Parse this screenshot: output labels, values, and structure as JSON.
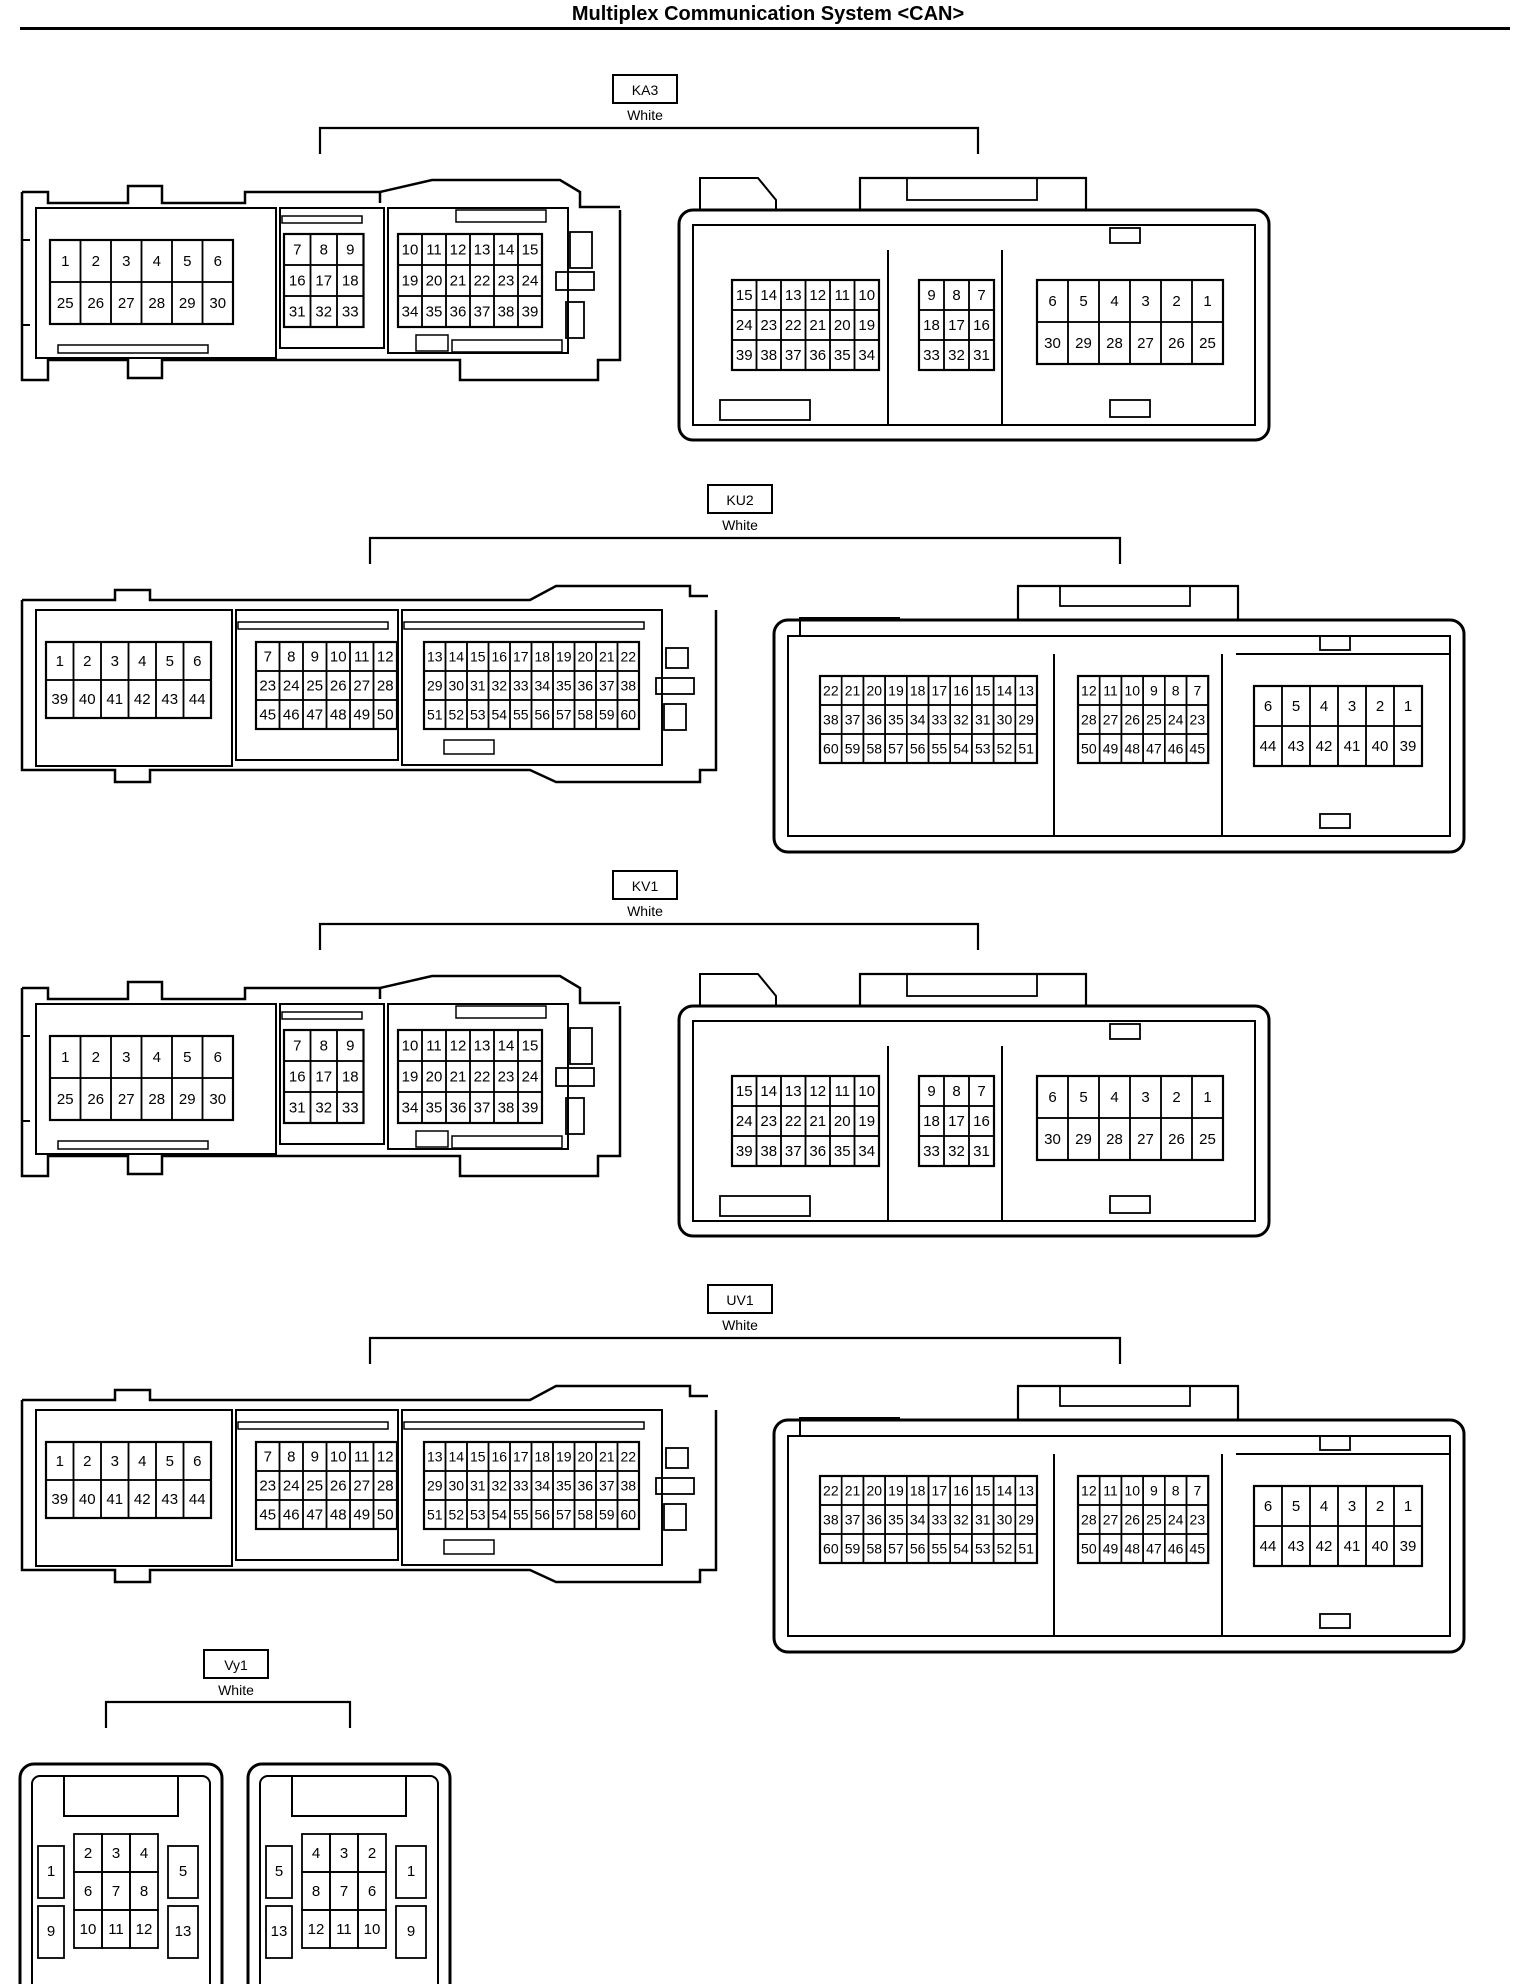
{
  "title": "Multiplex Communication System <CAN>",
  "connectors": [
    {
      "id": "KA3",
      "color": "White",
      "kind": "A",
      "left_blocks": [
        [
          [
            "1",
            "2",
            "3",
            "4",
            "5",
            "6"
          ],
          [
            "25",
            "26",
            "27",
            "28",
            "29",
            "30"
          ]
        ],
        [
          [
            "7",
            "8",
            "9"
          ],
          [
            "16",
            "17",
            "18"
          ],
          [
            "31",
            "32",
            "33"
          ]
        ],
        [
          [
            "10",
            "11",
            "12",
            "13",
            "14",
            "15"
          ],
          [
            "19",
            "20",
            "21",
            "22",
            "23",
            "24"
          ],
          [
            "34",
            "35",
            "36",
            "37",
            "38",
            "39"
          ]
        ]
      ],
      "right_blocks": [
        [
          [
            "15",
            "14",
            "13",
            "12",
            "11",
            "10"
          ],
          [
            "24",
            "23",
            "22",
            "21",
            "20",
            "19"
          ],
          [
            "39",
            "38",
            "37",
            "36",
            "35",
            "34"
          ]
        ],
        [
          [
            "9",
            "8",
            "7"
          ],
          [
            "18",
            "17",
            "16"
          ],
          [
            "33",
            "32",
            "31"
          ]
        ],
        [
          [
            "6",
            "5",
            "4",
            "3",
            "2",
            "1"
          ],
          [
            "30",
            "29",
            "28",
            "27",
            "26",
            "25"
          ]
        ]
      ]
    },
    {
      "id": "KU2",
      "color": "White",
      "kind": "B",
      "left_blocks": [
        [
          [
            "1",
            "2",
            "3",
            "4",
            "5",
            "6"
          ],
          [
            "39",
            "40",
            "41",
            "42",
            "43",
            "44"
          ]
        ],
        [
          [
            "7",
            "8",
            "9",
            "10",
            "11",
            "12"
          ],
          [
            "23",
            "24",
            "25",
            "26",
            "27",
            "28"
          ],
          [
            "45",
            "46",
            "47",
            "48",
            "49",
            "50"
          ]
        ],
        [
          [
            "13",
            "14",
            "15",
            "16",
            "17",
            "18",
            "19",
            "20",
            "21",
            "22"
          ],
          [
            "29",
            "30",
            "31",
            "32",
            "33",
            "34",
            "35",
            "36",
            "37",
            "38"
          ],
          [
            "51",
            "52",
            "53",
            "54",
            "55",
            "56",
            "57",
            "58",
            "59",
            "60"
          ]
        ]
      ],
      "right_blocks": [
        [
          [
            "22",
            "21",
            "20",
            "19",
            "18",
            "17",
            "16",
            "15",
            "14",
            "13"
          ],
          [
            "38",
            "37",
            "36",
            "35",
            "34",
            "33",
            "32",
            "31",
            "30",
            "29"
          ],
          [
            "60",
            "59",
            "58",
            "57",
            "56",
            "55",
            "54",
            "53",
            "52",
            "51"
          ]
        ],
        [
          [
            "12",
            "11",
            "10",
            "9",
            "8",
            "7"
          ],
          [
            "28",
            "27",
            "26",
            "25",
            "24",
            "23"
          ],
          [
            "50",
            "49",
            "48",
            "47",
            "46",
            "45"
          ]
        ],
        [
          [
            "6",
            "5",
            "4",
            "3",
            "2",
            "1"
          ],
          [
            "44",
            "43",
            "42",
            "41",
            "40",
            "39"
          ]
        ]
      ]
    },
    {
      "id": "KV1",
      "color": "White",
      "kind": "A",
      "left_blocks": [
        [
          [
            "1",
            "2",
            "3",
            "4",
            "5",
            "6"
          ],
          [
            "25",
            "26",
            "27",
            "28",
            "29",
            "30"
          ]
        ],
        [
          [
            "7",
            "8",
            "9"
          ],
          [
            "16",
            "17",
            "18"
          ],
          [
            "31",
            "32",
            "33"
          ]
        ],
        [
          [
            "10",
            "11",
            "12",
            "13",
            "14",
            "15"
          ],
          [
            "19",
            "20",
            "21",
            "22",
            "23",
            "24"
          ],
          [
            "34",
            "35",
            "36",
            "37",
            "38",
            "39"
          ]
        ]
      ],
      "right_blocks": [
        [
          [
            "15",
            "14",
            "13",
            "12",
            "11",
            "10"
          ],
          [
            "24",
            "23",
            "22",
            "21",
            "20",
            "19"
          ],
          [
            "39",
            "38",
            "37",
            "36",
            "35",
            "34"
          ]
        ],
        [
          [
            "9",
            "8",
            "7"
          ],
          [
            "18",
            "17",
            "16"
          ],
          [
            "33",
            "32",
            "31"
          ]
        ],
        [
          [
            "6",
            "5",
            "4",
            "3",
            "2",
            "1"
          ],
          [
            "30",
            "29",
            "28",
            "27",
            "26",
            "25"
          ]
        ]
      ]
    },
    {
      "id": "UV1",
      "color": "White",
      "kind": "B",
      "left_blocks": [
        [
          [
            "1",
            "2",
            "3",
            "4",
            "5",
            "6"
          ],
          [
            "39",
            "40",
            "41",
            "42",
            "43",
            "44"
          ]
        ],
        [
          [
            "7",
            "8",
            "9",
            "10",
            "11",
            "12"
          ],
          [
            "23",
            "24",
            "25",
            "26",
            "27",
            "28"
          ],
          [
            "45",
            "46",
            "47",
            "48",
            "49",
            "50"
          ]
        ],
        [
          [
            "13",
            "14",
            "15",
            "16",
            "17",
            "18",
            "19",
            "20",
            "21",
            "22"
          ],
          [
            "29",
            "30",
            "31",
            "32",
            "33",
            "34",
            "35",
            "36",
            "37",
            "38"
          ],
          [
            "51",
            "52",
            "53",
            "54",
            "55",
            "56",
            "57",
            "58",
            "59",
            "60"
          ]
        ]
      ],
      "right_blocks": [
        [
          [
            "22",
            "21",
            "20",
            "19",
            "18",
            "17",
            "16",
            "15",
            "14",
            "13"
          ],
          [
            "38",
            "37",
            "36",
            "35",
            "34",
            "33",
            "32",
            "31",
            "30",
            "29"
          ],
          [
            "60",
            "59",
            "58",
            "57",
            "56",
            "55",
            "54",
            "53",
            "52",
            "51"
          ]
        ],
        [
          [
            "12",
            "11",
            "10",
            "9",
            "8",
            "7"
          ],
          [
            "28",
            "27",
            "26",
            "25",
            "24",
            "23"
          ],
          [
            "50",
            "49",
            "48",
            "47",
            "46",
            "45"
          ]
        ],
        [
          [
            "6",
            "5",
            "4",
            "3",
            "2",
            "1"
          ],
          [
            "44",
            "43",
            "42",
            "41",
            "40",
            "39"
          ]
        ]
      ]
    },
    {
      "id": "Vy1",
      "color": "White",
      "kind": "C",
      "left_pins": {
        "outer_left": [
          "1",
          "9"
        ],
        "grid": [
          [
            "2",
            "3",
            "4"
          ],
          [
            "6",
            "7",
            "8"
          ],
          [
            "10",
            "11",
            "12"
          ]
        ],
        "outer_right": [
          "5",
          "13"
        ]
      },
      "right_pins": {
        "outer_left": [
          "5",
          "13"
        ],
        "grid": [
          [
            "4",
            "3",
            "2"
          ],
          [
            "8",
            "7",
            "6"
          ],
          [
            "12",
            "11",
            "10"
          ]
        ],
        "outer_right": [
          "1",
          "9"
        ]
      }
    }
  ]
}
